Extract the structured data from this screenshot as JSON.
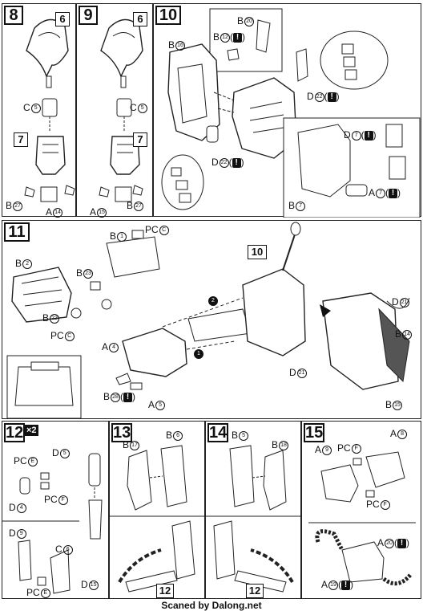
{
  "steps": {
    "s8": "8",
    "s9": "9",
    "s10": "10",
    "s11": "11",
    "s12": "12",
    "s13": "13",
    "s14": "14",
    "s15": "15",
    "x2": "×2"
  },
  "p8": {
    "box6": "6",
    "c": "C",
    "c_num": "5",
    "box7": "7",
    "b": "B",
    "b_num": "27",
    "a": "A",
    "a_num": "14"
  },
  "p9": {
    "box6": "6",
    "c": "C",
    "c_num": "5",
    "box7": "7",
    "b": "B",
    "b_num": "27",
    "a": "A",
    "a_num": "15"
  },
  "p10": {
    "b16": "B",
    "b16_num": "16",
    "b20": "B",
    "b20_num": "20",
    "b12": "B",
    "b12_num": "12",
    "d22a": "D",
    "d22a_num": "22",
    "d22b": "D",
    "d22b_num": "22",
    "d7": "D",
    "d7_num": "7",
    "a7": "A",
    "a7_num": "7",
    "b7": "B",
    "b7_num": "7",
    "warn": "!"
  },
  "p11": {
    "b1": "B",
    "b1_num": "1",
    "pc_c": "PC",
    "pc_c_letter": "C",
    "b2": "B",
    "b2_num": "2",
    "b23": "B",
    "b23_num": "23",
    "b22": "B",
    "b22_num": "22",
    "pc_c2": "PC",
    "pc_c2_letter": "C",
    "box10": "10",
    "a4": "A",
    "a4_num": "4",
    "b28": "B",
    "b28_num": "28",
    "a5": "A",
    "a5_num": "5",
    "d21a": "D",
    "d21a_num": "21",
    "b14": "B",
    "b14_num": "14",
    "d21b": "D",
    "d21b_num": "21",
    "b15": "B",
    "b15_num": "15",
    "step1": "1",
    "step2": "2",
    "warn": "!"
  },
  "p12": {
    "pc_e": "PC",
    "pc_e_letter": "E",
    "d5": "D",
    "d5_num": "5",
    "d4": "D",
    "d4_num": "4",
    "pc_f": "PC",
    "pc_f_letter": "F",
    "d9": "D",
    "d9_num": "9",
    "c6": "C",
    "c6_num": "6",
    "d15": "D",
    "d15_num": "15",
    "pc_e2": "PC",
    "pc_e2_letter": "E"
  },
  "p13": {
    "b17": "B",
    "b17_num": "17",
    "b6": "B",
    "b6_num": "6",
    "box12": "12"
  },
  "p14": {
    "b5": "B",
    "b5_num": "5",
    "b18": "B",
    "b18_num": "18",
    "box12": "12"
  },
  "p15": {
    "a8": "A",
    "a8_num": "8",
    "a9": "A",
    "a9_num": "9",
    "pc_f": "PC",
    "pc_f_letter": "F",
    "pc_f2": "PC",
    "pc_f2_letter": "F",
    "a20": "A",
    "a20_num": "20",
    "a19": "A",
    "a19_num": "19",
    "warn": "!"
  },
  "credit": "Scaned by Dalong.net"
}
